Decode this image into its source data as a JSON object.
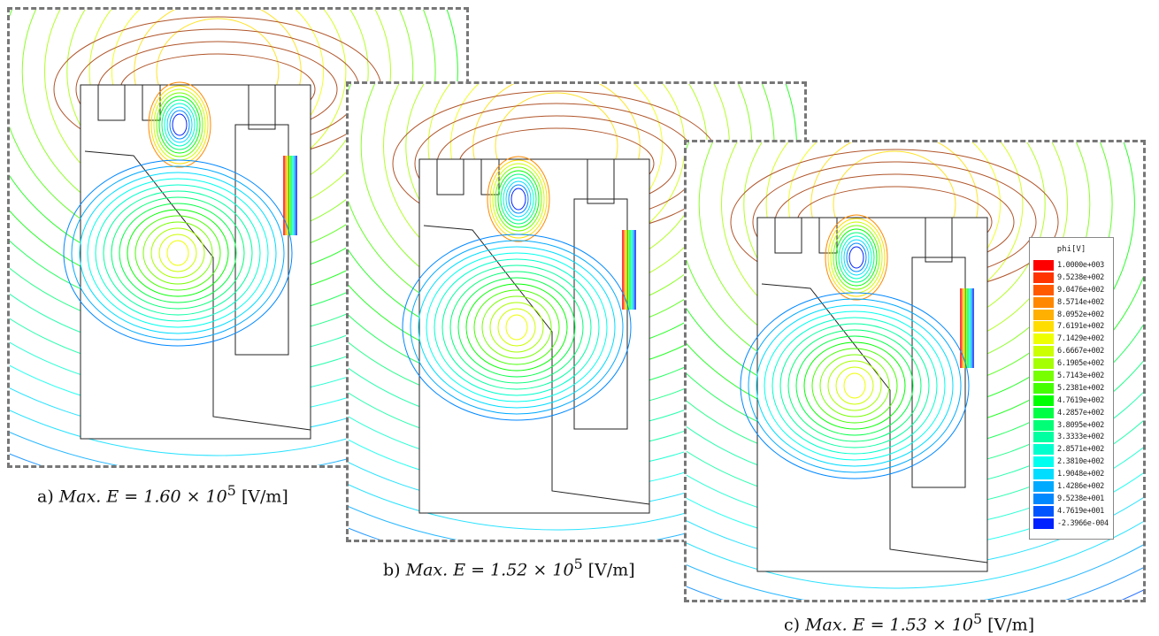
{
  "panels": [
    {
      "id": "a",
      "caption_prefix": "a) ",
      "caption_formula": "Max. E = 1.60 × 10",
      "exponent": "5",
      "unit": " [V/m]"
    },
    {
      "id": "b",
      "caption_prefix": "b) ",
      "caption_formula": "Max. E = 1.52 × 10",
      "exponent": "5",
      "unit": " [V/m]"
    },
    {
      "id": "c",
      "caption_prefix": "c) ",
      "caption_formula": "Max. E = 1.53 × 10",
      "exponent": "5",
      "unit": " [V/m]"
    }
  ],
  "legend": {
    "title": "phi[V]",
    "entries": [
      {
        "value": "1.0000e+003",
        "color": "#ff0000"
      },
      {
        "value": "9.5238e+002",
        "color": "#ff3300"
      },
      {
        "value": "9.0476e+002",
        "color": "#ff5a00"
      },
      {
        "value": "8.5714e+002",
        "color": "#ff8800"
      },
      {
        "value": "8.0952e+002",
        "color": "#ffb000"
      },
      {
        "value": "7.6191e+002",
        "color": "#ffdd00"
      },
      {
        "value": "7.1429e+002",
        "color": "#eeff00"
      },
      {
        "value": "6.6667e+002",
        "color": "#ccff00"
      },
      {
        "value": "6.1905e+002",
        "color": "#a6ff00"
      },
      {
        "value": "5.7143e+002",
        "color": "#77ff00"
      },
      {
        "value": "5.2381e+002",
        "color": "#44ff00"
      },
      {
        "value": "4.7619e+002",
        "color": "#00ff00"
      },
      {
        "value": "4.2857e+002",
        "color": "#00ff44"
      },
      {
        "value": "3.8095e+002",
        "color": "#00ff77"
      },
      {
        "value": "3.3333e+002",
        "color": "#00ffa0"
      },
      {
        "value": "2.8571e+002",
        "color": "#00ffcc"
      },
      {
        "value": "2.3810e+002",
        "color": "#00ffee"
      },
      {
        "value": "1.9048e+002",
        "color": "#00ddff"
      },
      {
        "value": "1.4286e+002",
        "color": "#00aaff"
      },
      {
        "value": "9.5238e+001",
        "color": "#0088ff"
      },
      {
        "value": "4.7619e+001",
        "color": "#0055ff"
      },
      {
        "value": "-2.3966e-004",
        "color": "#0022ff"
      }
    ]
  }
}
